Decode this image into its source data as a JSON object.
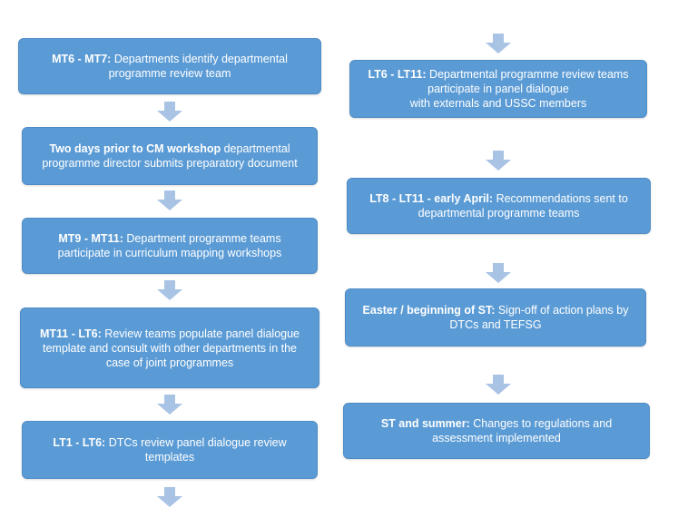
{
  "colors": {
    "box": "#5b9bd5",
    "arrow": "#a9c3e4",
    "text": "#ffffff"
  },
  "left_steps": [
    {
      "bold": "MT6 - MT7:",
      "text": " Departments identify departmental programme review team"
    },
    {
      "bold": "Two days prior to CM workshop",
      "text": " departmental programme director submits preparatory document"
    },
    {
      "bold": "MT9 - MT11:",
      "text": " Department programme teams participate in curriculum mapping workshops"
    },
    {
      "bold": "MT11 - LT6:",
      "text": " Review teams populate panel dialogue template  and consult with other departments in the case of joint programmes"
    },
    {
      "bold": "LT1 - LT6:",
      "text": " DTCs review panel dialogue review templates"
    }
  ],
  "right_steps": [
    {
      "bold": "LT6 - LT11:",
      "text": "  Departmental programme review teams participate in panel dialogue\nwith externals and USSC members"
    },
    {
      "bold": "LT8 - LT11  - early April:",
      "text": " Recommendations sent to departmental programme teams"
    },
    {
      "bold": "Easter / beginning of ST:",
      "text": " Sign-off of action plans by DTCs and TEFSG"
    },
    {
      "bold": "ST and summer:",
      "text": " Changes to regulations and assessment implemented"
    }
  ]
}
